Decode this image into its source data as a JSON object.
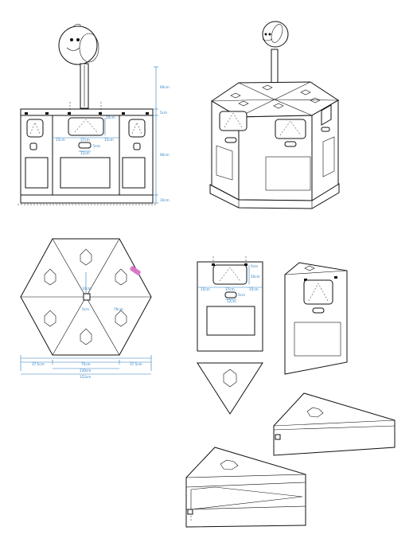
{
  "colors": {
    "line": "#111111",
    "dimension": "#2a7fc0",
    "accent": "#d977c9",
    "paper": "#ffffff"
  },
  "front_view": {
    "dims": {
      "sign_height": "60cm",
      "top_band": "5cm",
      "body_height": "90cm",
      "base_height": "10cm",
      "window_height": "20cm",
      "window_width": "37cm",
      "margin_left": "15cm",
      "margin_right": "15cm",
      "slot_height": "5cm",
      "slot_width": "12cm"
    }
  },
  "top_view": {
    "dims": {
      "top_offset": "10cm",
      "center_gap": "5cm",
      "side_a": "76cm",
      "span_left": "37.5cm",
      "span_mid": "75cm",
      "span_right": "37.5cm",
      "inner_width": "130cm",
      "overall_width": "152cm"
    }
  },
  "module_view": {
    "dims": {
      "window_height": "20cm",
      "top_band": "5cm",
      "margin_left": "15cm",
      "window_width": "37cm",
      "margin_right": "15cm",
      "slot_height": "5cm",
      "slot_width": "12cm"
    }
  }
}
